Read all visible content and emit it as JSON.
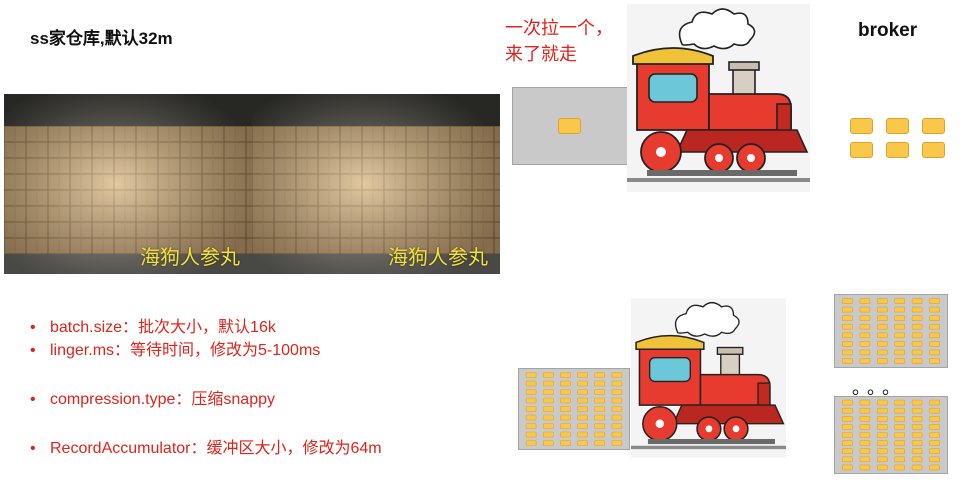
{
  "title": "ss家仓库,默认32m",
  "photos": [
    {
      "watermark": "海狗人参丸"
    },
    {
      "watermark": "海狗人参丸"
    }
  ],
  "note": {
    "line1": "一次拉一个，",
    "line2": "来了就走"
  },
  "broker_label": "broker",
  "bullets": [
    "batch.size：批次大小，默认16k",
    "linger.ms：等待时间，修改为5-100ms",
    "compression.type：压缩snappy",
    "RecordAccumulator：缓冲区大小，修改为64m"
  ],
  "ellipsis": "。。。",
  "colors": {
    "bullet_red": "#e0231b",
    "packet_yellow": "#f9c74a",
    "box_gray": "#c9c9c9",
    "train_red": "#e63b2e"
  }
}
